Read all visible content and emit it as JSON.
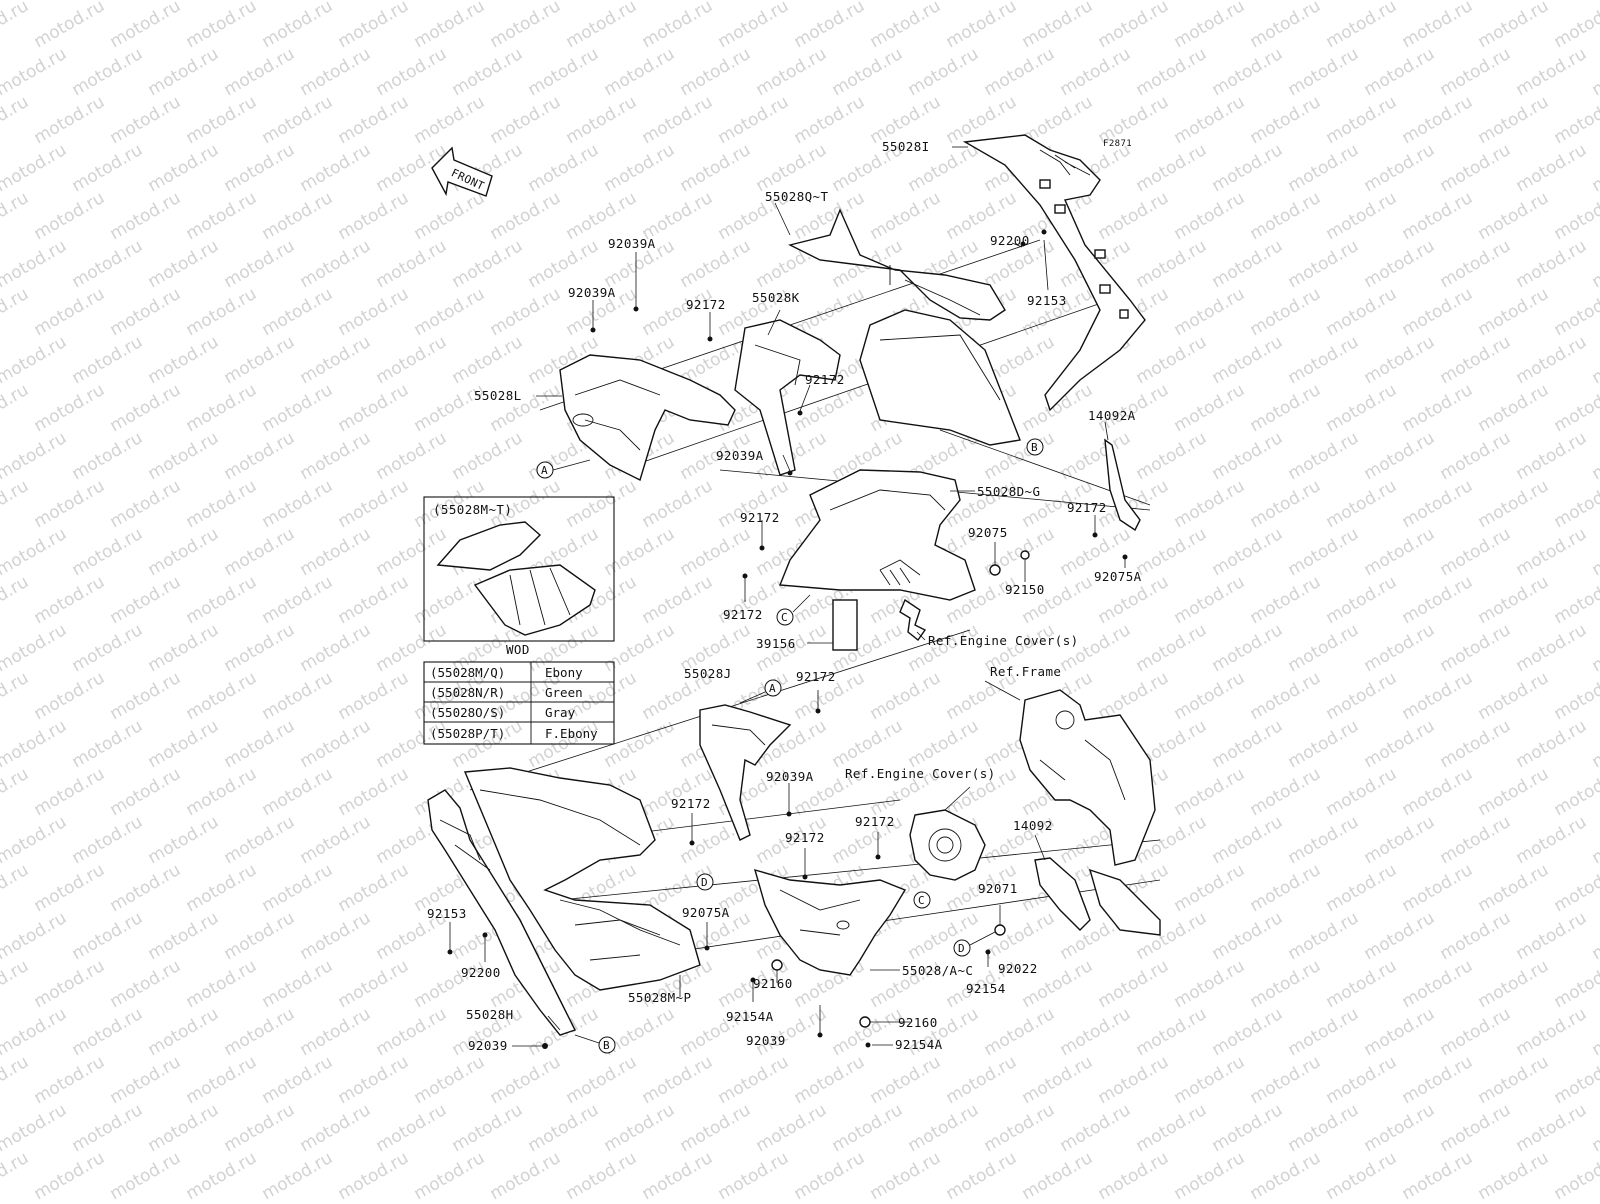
{
  "watermark": "motod.ru",
  "diagram_code": "F2871",
  "front_arrow_label": "FRONT",
  "inset": {
    "title": "(55028M~T)",
    "caption": "WOD"
  },
  "color_table": [
    {
      "parts": "(55028M/Q)",
      "color": "Ebony"
    },
    {
      "parts": "(55028N/R)",
      "color": "Green"
    },
    {
      "parts": "(55028O/S)",
      "color": "Gray"
    },
    {
      "parts": "(55028P/T)",
      "color": "F.Ebony"
    }
  ],
  "labels": {
    "p55028I": "55028I",
    "p55028Q_T": "55028Q~T",
    "p92200_top": "92200",
    "p92153_top": "92153",
    "p92039A_1": "92039A",
    "p92039A_2": "92039A",
    "p92172_1": "92172",
    "p55028K": "55028K",
    "p92172_2": "92172",
    "p55028L": "55028L",
    "p14092A": "14092A",
    "p92039A_3": "92039A",
    "p55028D_G": "55028D~G",
    "p92172_3": "92172",
    "p92172_4": "92172",
    "p92075": "92075",
    "p92150": "92150",
    "p92075A_1": "92075A",
    "p92172_5": "92172",
    "p39156": "39156",
    "ref_engine_cover_1": "Ref.Engine Cover(s)",
    "p55028J": "55028J",
    "p92172_6": "92172",
    "ref_frame": "Ref.Frame",
    "p92039A_4": "92039A",
    "ref_engine_cover_2": "Ref.Engine Cover(s)",
    "p92172_7": "92172",
    "p92172_8": "92172",
    "p92172_9": "92172",
    "p14092": "14092",
    "p92075A_2": "92075A",
    "p92071": "92071",
    "p92153_bot": "92153",
    "p92200_bot": "92200",
    "p92022": "92022",
    "p55028_A_C": "55028/A~C",
    "p92154": "92154",
    "p92160_1": "92160",
    "p92154A_1": "92154A",
    "p55028H": "55028H",
    "p55028M_P": "55028M~P",
    "p92160_2": "92160",
    "p92039": "92039",
    "p92039_bot": "92039",
    "p92154A_2": "92154A"
  },
  "refs": {
    "A": "A",
    "B": "B",
    "C": "C",
    "D": "D"
  }
}
